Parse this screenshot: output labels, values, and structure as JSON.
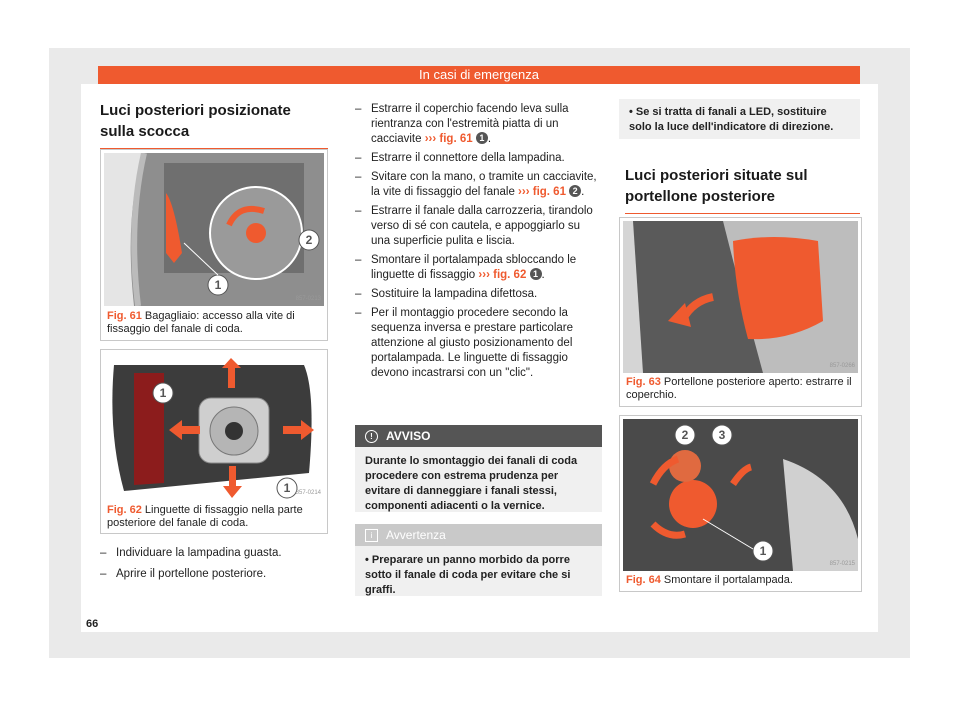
{
  "header": {
    "title": "In casi di emergenza"
  },
  "left": {
    "heading": "Luci posteriori posizionate sulla scocca",
    "fig61": {
      "image_code": "857-0213",
      "label": "Fig. 61",
      "caption": "Bagagliaio: accesso alla vite di fissaggio del fanale di coda."
    },
    "fig62": {
      "image_code": "857-0214",
      "label": "Fig. 62",
      "caption": "Linguette di fissaggio nella parte posteriore del fanale di coda."
    },
    "steps": [
      "Individuare la lampadina guasta.",
      "Aprire il portellone posteriore."
    ]
  },
  "middle": {
    "steps": [
      {
        "text": "Estrarre il coperchio facendo leva sulla rientranza con l'estremità piatta di un cacciavite",
        "ref": "fig. 61",
        "num": "1"
      },
      {
        "text": "Estrarre il connettore della lampadina."
      },
      {
        "text": "Svitare con la mano, o tramite un cacciavite, la vite di fissaggio del fanale",
        "ref": "fig. 61",
        "num": "2"
      },
      {
        "text": "Estrarre il fanale dalla carrozzeria, tirandolo verso di sé con cautela, e appoggiarlo su una superficie pulita e liscia."
      },
      {
        "text": "Smontare il portalampada sbloccando le linguette di fissaggio",
        "ref": "fig. 62",
        "num": "1"
      },
      {
        "text": "Sostituire la lampadina difettosa."
      },
      {
        "text": "Per il montaggio procedere secondo la sequenza inversa e prestare particolare attenzione al giusto posizionamento del portalampada. Le linguette di fissaggio devono incastrarsi con un \"clic\"."
      }
    ],
    "avviso": {
      "title": "AVVISO",
      "body": "Durante lo smontaggio dei fanali di coda procedere con estrema prudenza per evitare di danneggiare i fanali stessi, componenti adiacenti o la vernice."
    },
    "avvertenza": {
      "title": "Avvertenza",
      "body": "Preparare un panno morbido da porre sotto il fanale di coda per evitare che si graffi."
    }
  },
  "right": {
    "bullet": "Se si tratta di fanali a LED, sostituire solo la luce dell'indicatore di direzione.",
    "heading": "Luci posteriori situate sul portellone posteriore",
    "fig63": {
      "image_code": "857-0266",
      "label": "Fig. 63",
      "caption": "Portellone posteriore aperto: estrarre il coperchio."
    },
    "fig64": {
      "image_code": "857-0215",
      "label": "Fig. 64",
      "caption": "Smontare il portalampada."
    }
  },
  "page_number": "66",
  "colors": {
    "accent": "#ef5a2f",
    "avviso_header": "#555555",
    "avvertenza_header": "#c9c9c9"
  }
}
